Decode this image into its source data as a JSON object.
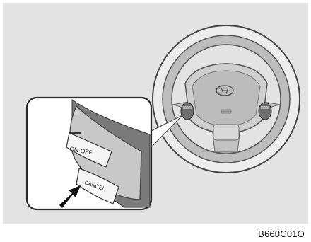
{
  "figure": {
    "code": "B660C01O",
    "buttons": {
      "upper_label": "ON·OFF",
      "lower_label": "CANCEL"
    },
    "colors": {
      "panel_background": "#e3e3e3",
      "wheel_gray": "#bdbdbd",
      "wheel_dark": "#7a7a7a",
      "inset_background": "#ffffff",
      "arrow": "#111111"
    },
    "icons": [
      "steering-wheel-icon",
      "hyundai-logo-icon",
      "pointer-arrow-icon"
    ]
  }
}
